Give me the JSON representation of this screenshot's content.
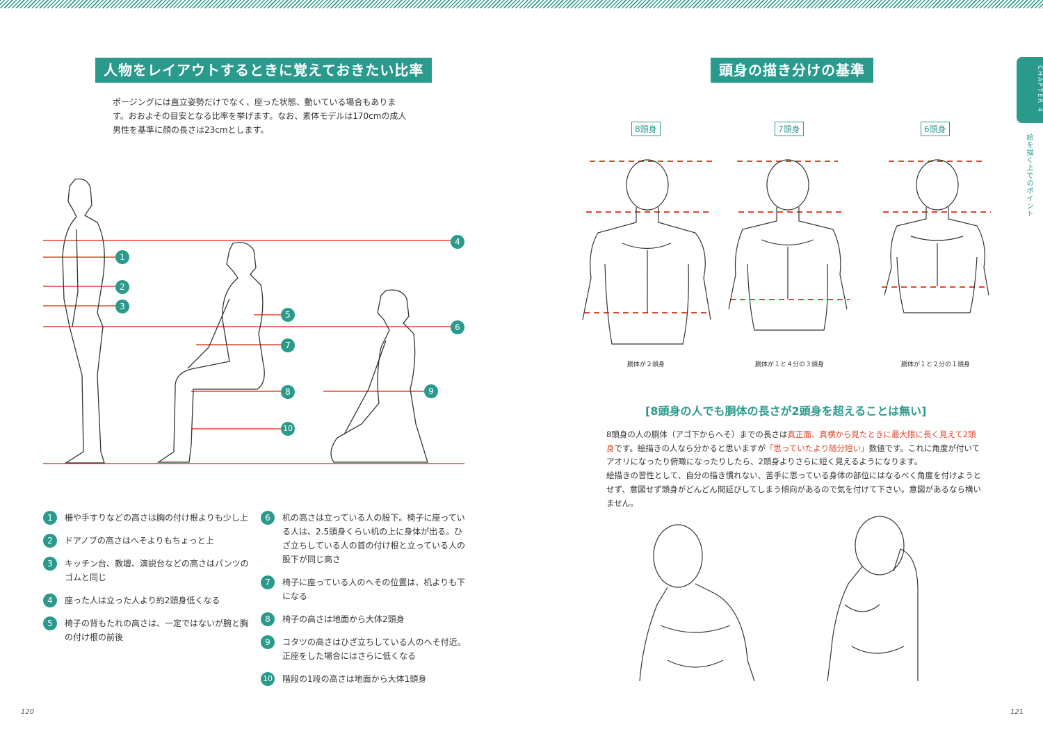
{
  "left": {
    "title": "人物をレイアウトするときに覚えておきたい比率",
    "intro": "ポージングには直立姿勢だけでなく、座った状態、動いている場合もあります。おおよその目安となる比率を挙げます。なお、素体モデルは170cmの成人男性を基準に顔の長さは23cmとします。",
    "markers": [
      "1",
      "2",
      "3",
      "4",
      "5",
      "6",
      "7",
      "8",
      "9",
      "10"
    ],
    "notes": [
      {
        "num": "1",
        "text": "柵や手すりなどの高さは胸の付け根よりも少し上"
      },
      {
        "num": "2",
        "text": "ドアノブの高さはへそよりもちょっと上"
      },
      {
        "num": "3",
        "text": "キッチン台、教壇、演説台などの高さはパンツのゴムと同じ"
      },
      {
        "num": "4",
        "text": "座った人は立った人より約2頭身低くなる"
      },
      {
        "num": "5",
        "text": "椅子の背もたれの高さは、一定ではないが腕と胸の付け根の前後"
      },
      {
        "num": "6",
        "text": "机の高さは立っている人の股下。椅子に座っている人は、2.5頭身くらい机の上に身体が出る。ひざ立ちしている人の首の付け根と立っている人の股下が同じ高さ"
      },
      {
        "num": "7",
        "text": "椅子に座っている人のへその位置は、机よりも下になる"
      },
      {
        "num": "8",
        "text": "椅子の高さは地面から大体2頭身"
      },
      {
        "num": "9",
        "text": "コタツの高さはひざ立ちしている人のへそ付近。正座をした場合にはさらに低くなる"
      },
      {
        "num": "10",
        "text": "階段の1段の高さは地面から大体1頭身"
      }
    ],
    "page_number": "120"
  },
  "right": {
    "title": "頭身の描き分けの基準",
    "figures": [
      {
        "tag": "8頭身",
        "caption": "胴体が２頭身"
      },
      {
        "tag": "7頭身",
        "caption": "胴体が１と４分の３頭身"
      },
      {
        "tag": "6頭身",
        "caption": "胴体が１と２分の１頭身"
      }
    ],
    "subheading": "[8頭身の人でも胴体の長さが2頭身を超えることは無い]",
    "para_a": "8頭身の人の胴体（アゴ下からへそ）までの長さは",
    "para_red1": "真正面、真横から見たときに最大限に長く見えて2頭身",
    "para_b": "です。絵描きの人なら分かると思いますが",
    "para_red2": "「思っていたより随分短い」",
    "para_c": "数値です。これに角度が付いてアオリになったり俯瞰になったりしたら、2頭身よりさらに短く見えるようになります。",
    "para_d": "絵描きの習性として、自分の描き慣れない、苦手に思っている身体の部位にはなるべく角度を付けようとせず、意図せず頭身がどんどん間延びしてしまう傾向があるので気を付けて下さい。意図があるなら構いません。",
    "chapter_tab": "CHAPTER 4",
    "chapter_subtitle": "絵を描く上でのポイント",
    "page_number": "121"
  },
  "colors": {
    "accent": "#2a9a8c",
    "red": "#e0452a"
  }
}
